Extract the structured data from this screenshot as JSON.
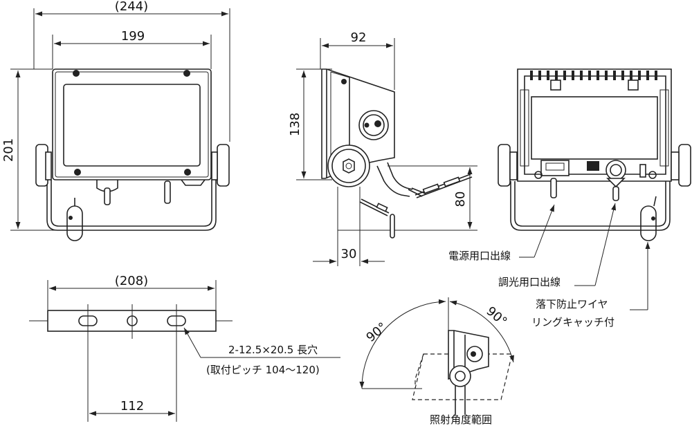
{
  "dimensions": {
    "front_width_outer": "(244)",
    "front_width_inner": "199",
    "front_height": "201",
    "side_depth": "92",
    "side_height": "138",
    "side_drop": "80",
    "side_offset": "30",
    "bracket_width": "(208)",
    "bracket_pitch": "112",
    "rotation_left": "90°",
    "rotation_right": "90°"
  },
  "annotations": {
    "slot_note_line1": "2-12.5×20.5 長穴",
    "slot_note_line2": "(取付ピッチ 104～120)",
    "power_cable": "電源用口出線",
    "dimming_cable": "調光用口出線",
    "wire_line1": "落下防止ワイヤ",
    "wire_line2": "リングキャッチ付",
    "angle_range": "照射角度範囲"
  }
}
